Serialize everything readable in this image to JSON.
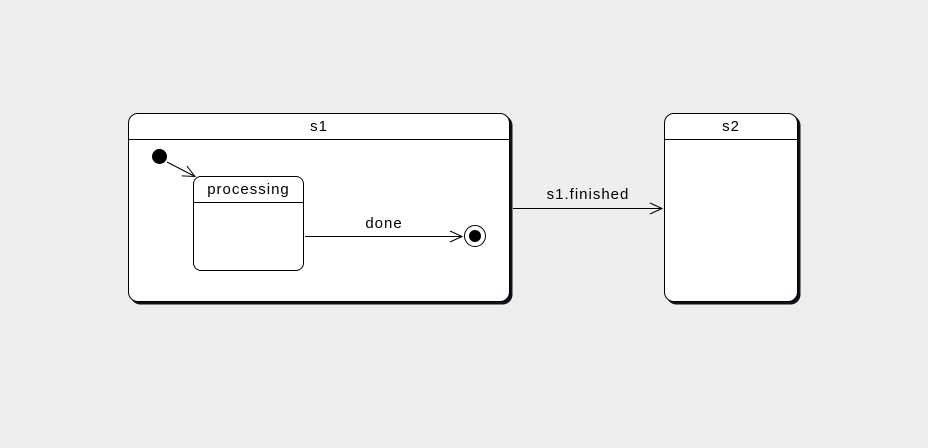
{
  "diagram": {
    "kind": "uml-statechart",
    "colors": {
      "background": "#eeeeee",
      "state-fill": "#ffffff",
      "stroke": "#000000",
      "shadow": "#10101a",
      "text": "#000000"
    },
    "states": {
      "s1": {
        "label": "s1"
      },
      "processing": {
        "label": "processing"
      },
      "s2": {
        "label": "s2"
      }
    },
    "transitions": {
      "done": {
        "label": "done"
      },
      "s1_finished": {
        "label": "s1.finished"
      }
    }
  }
}
